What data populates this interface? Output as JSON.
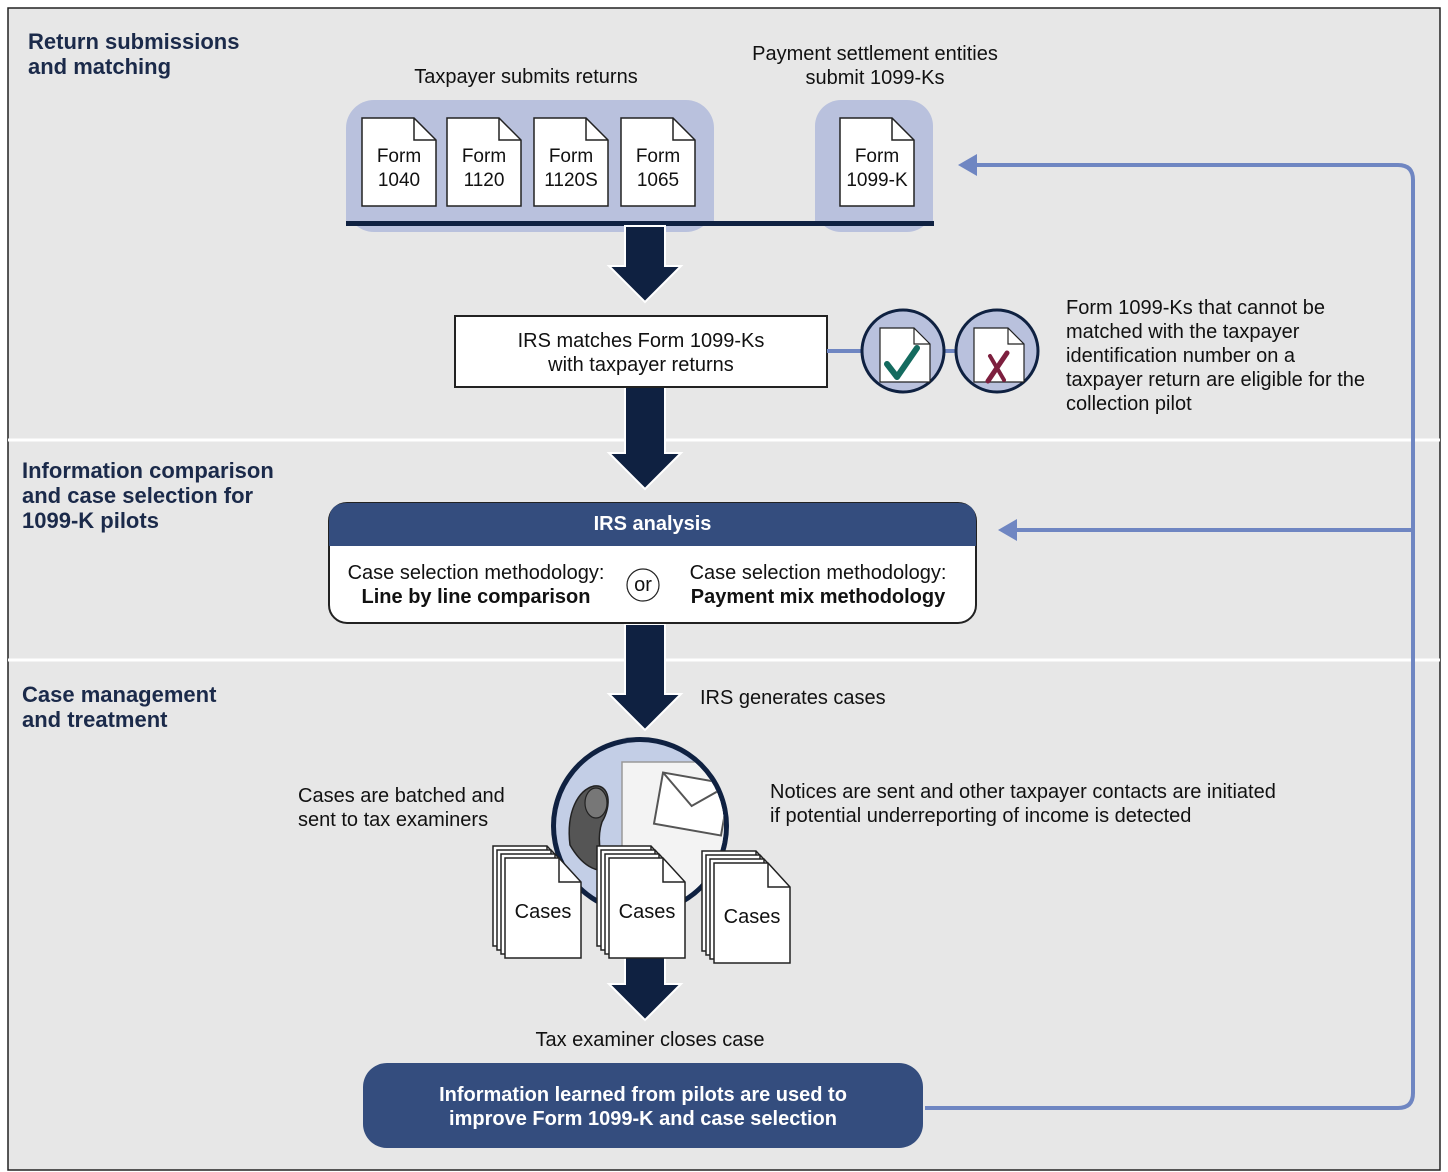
{
  "sections": {
    "return_submissions": [
      "Return submissions",
      "and matching"
    ],
    "information_comparison": [
      "Information comparison",
      "and case selection for",
      "1099-K pilots"
    ],
    "case_management": [
      "Case management",
      "and treatment"
    ]
  },
  "taxpayer_submits": "Taxpayer submits returns",
  "payment_entities": [
    "Payment settlement entities",
    "submit 1099-Ks"
  ],
  "forms": [
    {
      "line1": "Form",
      "line2": "1040"
    },
    {
      "line1": "Form",
      "line2": "1120"
    },
    {
      "line1": "Form",
      "line2": "1120S"
    },
    {
      "line1": "Form",
      "line2": "1065"
    }
  ],
  "form_1099k": {
    "line1": "Form",
    "line2": "1099-K"
  },
  "irs_matches": [
    "IRS matches Form 1099-Ks",
    "with taxpayer returns"
  ],
  "unmatched_note": [
    "Form 1099-Ks that cannot be",
    "matched with the taxpayer",
    "identification number on a",
    "taxpayer return are eligible for the",
    "collection pilot"
  ],
  "irs_analysis": {
    "header": "IRS analysis",
    "left_label": "Case selection methodology:",
    "left_method": "Line by line comparison",
    "or": "or",
    "right_label": "Case selection methodology:",
    "right_method": "Payment mix methodology"
  },
  "irs_generates": "IRS generates cases",
  "batched_note": [
    "Cases are batched and",
    "sent to tax examiners"
  ],
  "notices_note": [
    "Notices are sent and other taxpayer contacts are initiated",
    "if potential underreporting of income is detected"
  ],
  "cases": [
    "Cases",
    "Cases",
    "Cases"
  ],
  "examiner_closes": "Tax examiner closes case",
  "final_box": [
    "Information learned from pilots are used to",
    "improve Form 1099-K and case selection"
  ],
  "colors": {
    "background": "#e7e7e7",
    "navy": "#0f2141",
    "header_blue": "#344d7e",
    "tray": "#b9c1dd",
    "feedback_line": "#6f86c2",
    "check_green": "#146b5f",
    "x_red": "#7d1f3e"
  },
  "icons": [
    "document-icon",
    "checkmark-icon",
    "x-mark-icon",
    "envelope-icon",
    "person-silhouette-icon",
    "cases-stack-icon"
  ]
}
